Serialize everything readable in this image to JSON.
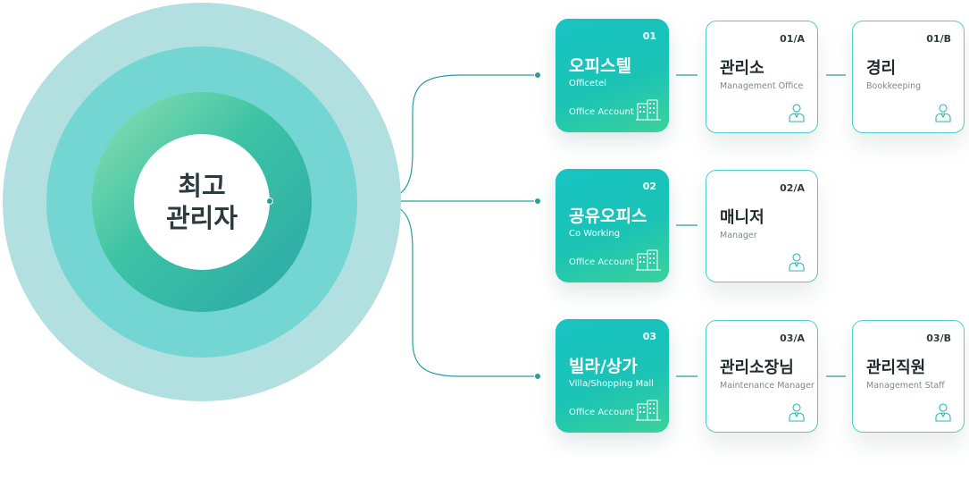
{
  "center": {
    "line1": "최고",
    "line2": "관리자"
  },
  "colors": {
    "ring_outer": "#b2dfe0",
    "ring_middle": "#74d6d2",
    "ring_inner": "#2ba8a8",
    "accent": "#1bc3b5",
    "connector": "#2a9d9e",
    "role_border": "#4fcccc"
  },
  "accounts": [
    {
      "num": "01",
      "title": "오피스텔",
      "sub": "Officetel",
      "foot": "Office Account",
      "icon": "building-icon"
    },
    {
      "num": "02",
      "title": "공유오피스",
      "sub": "Co Working",
      "foot": "Office Account",
      "icon": "building-icon"
    },
    {
      "num": "03",
      "title": "빌라/상가",
      "sub": "Villa/Shopping Mall",
      "foot": "Office Account",
      "icon": "building-icon"
    }
  ],
  "roles": [
    {
      "num": "01/A",
      "title": "관리소",
      "sub": "Management Office",
      "icon": "person-icon"
    },
    {
      "num": "01/B",
      "title": "경리",
      "sub": "Bookkeeping",
      "icon": "person-icon"
    },
    {
      "num": "02/A",
      "title": "매니저",
      "sub": "Manager",
      "icon": "person-icon"
    },
    {
      "num": "03/A",
      "title": "관리소장님",
      "sub": "Maintenance Manager",
      "icon": "person-icon"
    },
    {
      "num": "03/B",
      "title": "관리직원",
      "sub": "Management Staff",
      "icon": "person-icon"
    }
  ]
}
